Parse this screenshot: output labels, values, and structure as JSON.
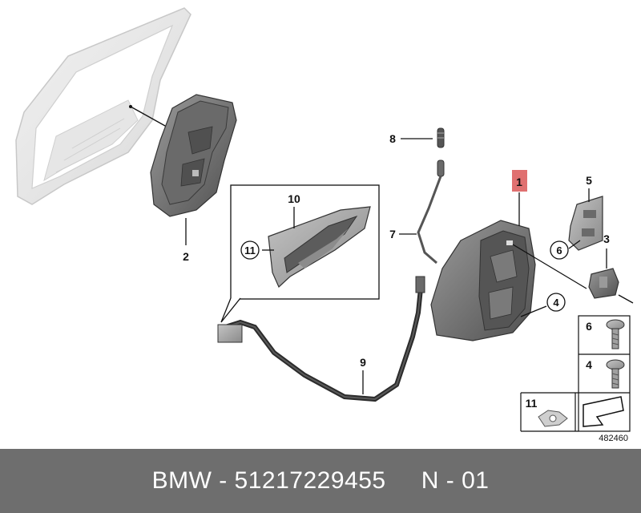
{
  "callouts": {
    "part_1": "1",
    "part_2": "2",
    "part_3": "3",
    "part_4": "4",
    "part_5": "5",
    "part_6": "6",
    "part_7": "7",
    "part_8": "8",
    "part_9": "9",
    "part_10": "10",
    "part_11": "11"
  },
  "legend_panel": {
    "item_6": "6",
    "item_4": "4",
    "item_11": "11"
  },
  "diagram_id": "482460",
  "footer": {
    "brand": "BMW",
    "part_number": "51217229455",
    "page_ref": "N - 01",
    "text": "BMW - 51217229455     N - 01"
  },
  "colors": {
    "part_fill": "#7d7d7d",
    "part_dark": "#4a4a4a",
    "highlight": "#e07070",
    "footer_bg": "#6e6e6e",
    "footer_text": "#ffffff"
  }
}
